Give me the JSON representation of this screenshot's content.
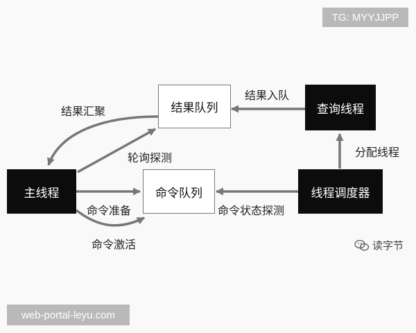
{
  "watermarks": {
    "top": "TG: MYYJJPP",
    "bottom": "web-portal-leyu.com",
    "brand": "读字节"
  },
  "nodes": {
    "main_thread": "主线程",
    "result_queue": "结果队列",
    "command_queue": "命令队列",
    "query_thread": "查询线程",
    "scheduler_thread": "线程调度器"
  },
  "edges": {
    "result_aggregate": "结果汇聚",
    "polling_probe": "轮询探测",
    "result_enqueue": "结果入队",
    "assign_thread": "分配线程",
    "command_prepare": "命令准备",
    "command_activate": "命令激活",
    "command_state_probe": "命令状态探测"
  },
  "colors": {
    "arrow": "#777777",
    "dark_node": "#0c0c0c",
    "light_node": "#ffffff"
  }
}
